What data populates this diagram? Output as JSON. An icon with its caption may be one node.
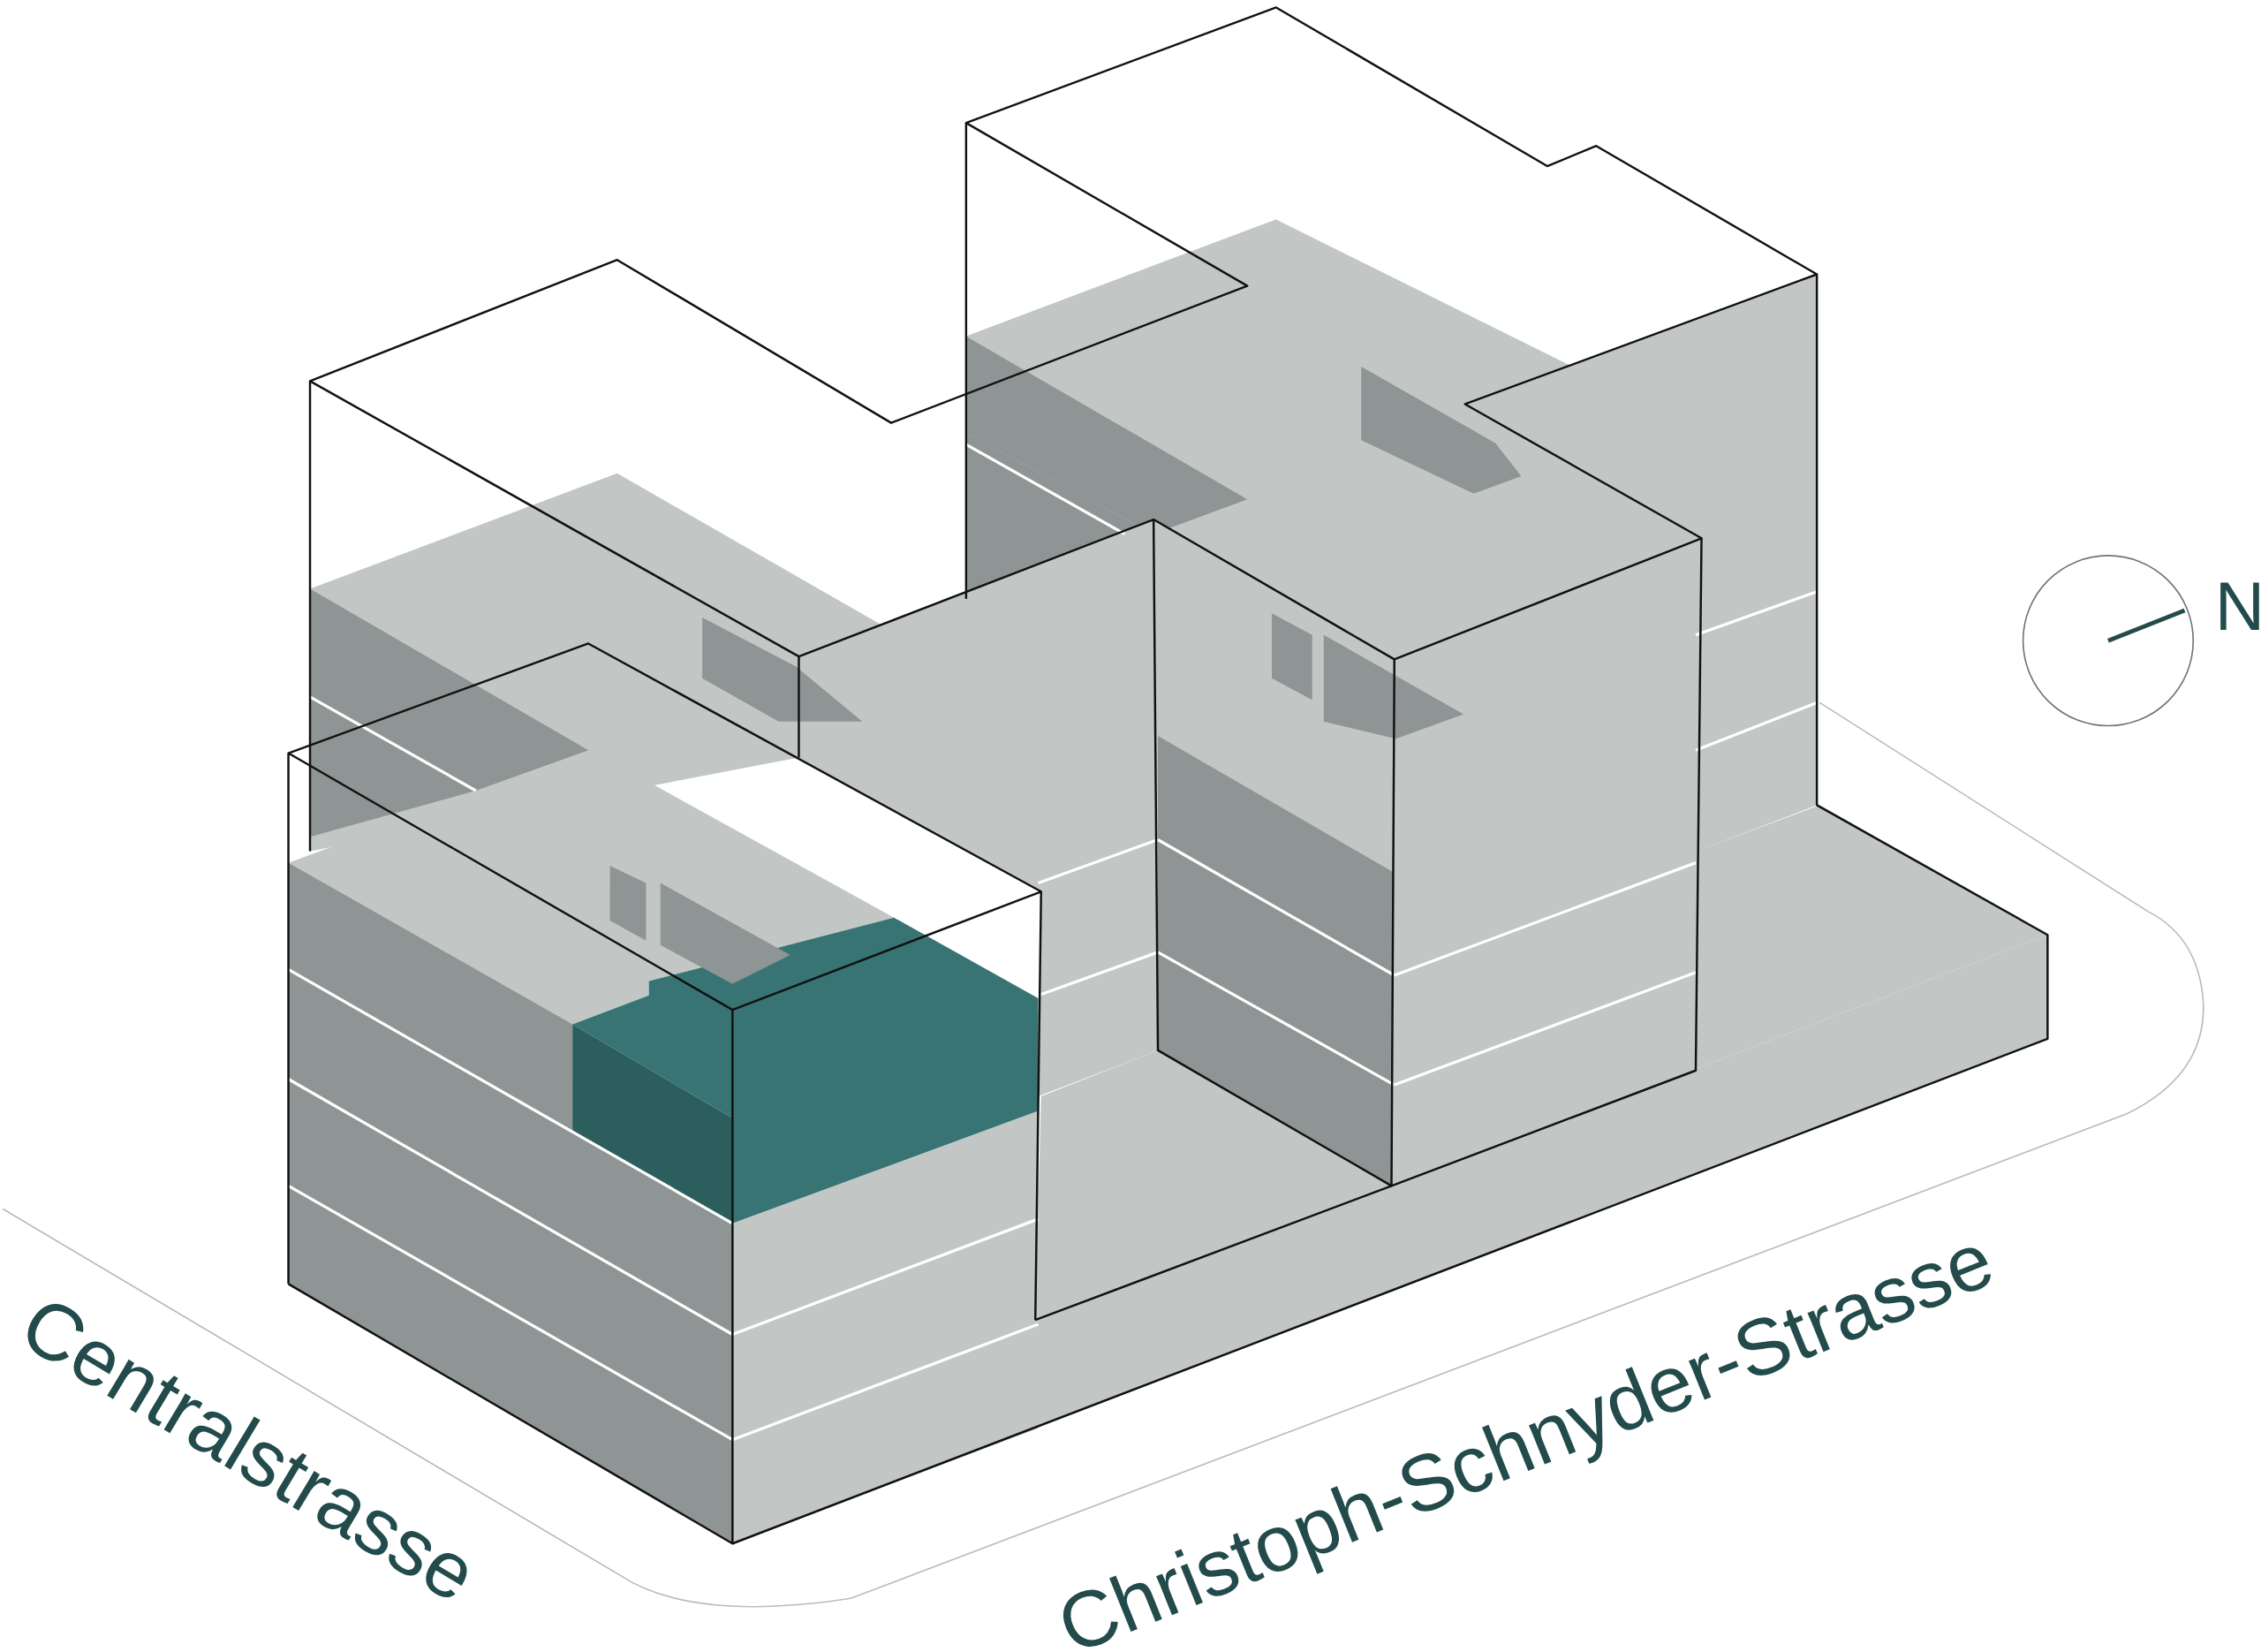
{
  "diagram": {
    "labels": [
      "Centralstrasse",
      "Christoph-Schnyder-Strasse",
      "N"
    ]
  }
}
